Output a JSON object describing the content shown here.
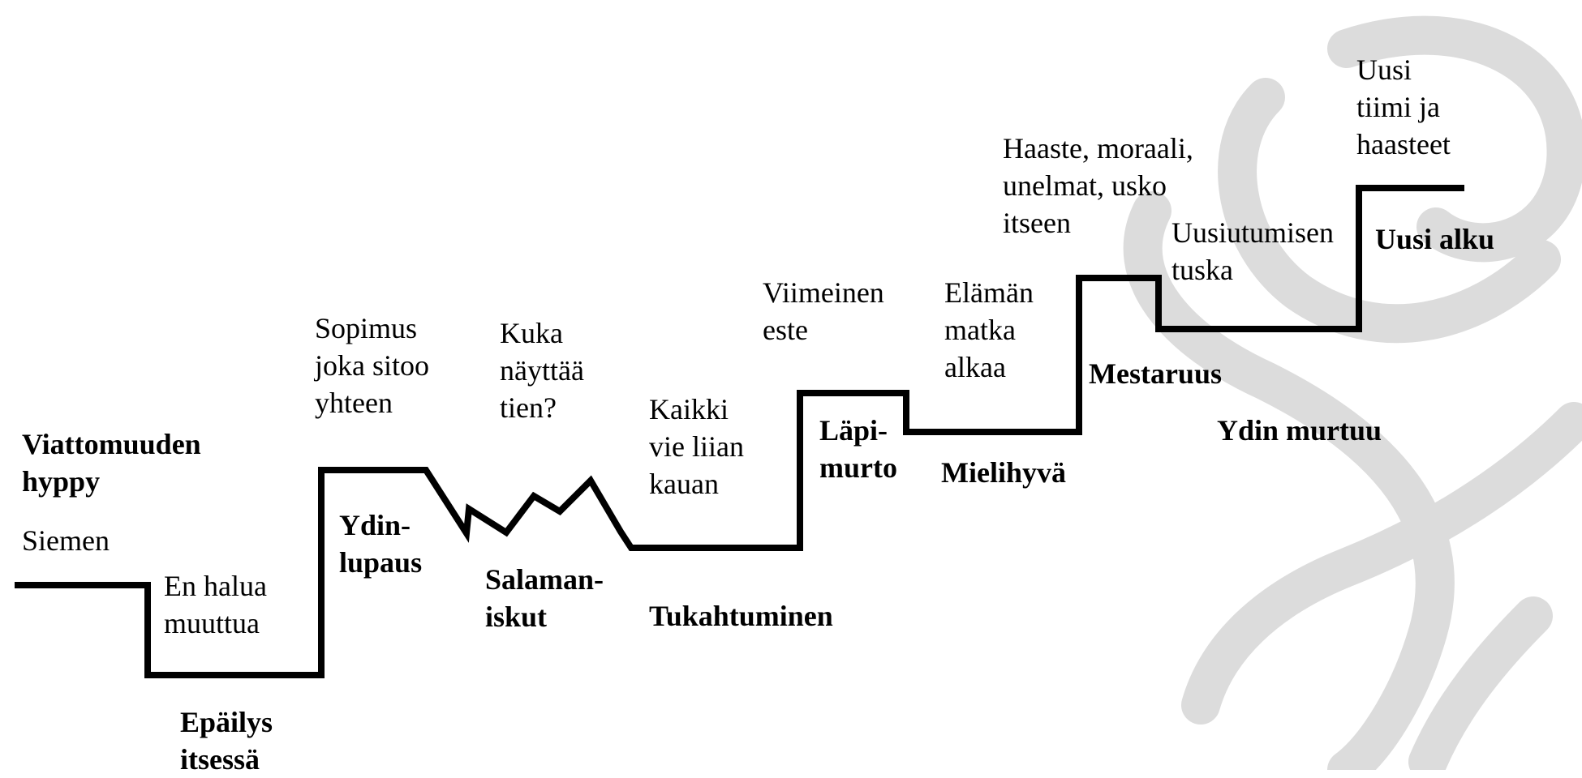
{
  "stages": [
    {
      "id": "viattomuuden-hyppy",
      "stage": "Viattomuuden hyppy",
      "note": "Siemen"
    },
    {
      "id": "epailys-itsessa",
      "stage": "Epäilys itsessä",
      "note": "En halua muuttua"
    },
    {
      "id": "ydinlupaus",
      "stage": "Ydin-\nlupaus",
      "note": "Sopimus\njoka sitoo\nyhteen"
    },
    {
      "id": "salamaniskut",
      "stage": "Salaman-\niskut",
      "note": "Kuka\nnäyttää\ntien?"
    },
    {
      "id": "tukahtuminen",
      "stage": "Tukahtuminen",
      "note": "Kaikki\nvie liian\nkauan"
    },
    {
      "id": "lapimurto",
      "stage": "Läpi-\nmurto",
      "note": "Viimeinen\neste"
    },
    {
      "id": "mielihyva",
      "stage": "Mielihyvä",
      "note": "Elämän\nmatka\nalkaa"
    },
    {
      "id": "mestaruus",
      "stage": "Mestaruus",
      "note": "Haaste, moraali,\nunelmat, usko\nitseen"
    },
    {
      "id": "ydin-murtuu",
      "stage": "Ydin murtuu",
      "note": "Uusiutumisen\ntuska"
    },
    {
      "id": "uusi-alku",
      "stage": "Uusi alku",
      "note": "Uusi\ntiimi ja\nhaasteet"
    }
  ],
  "colors": {
    "line": "#000000",
    "watermark": "#d9d9d9",
    "text": "#000000"
  }
}
